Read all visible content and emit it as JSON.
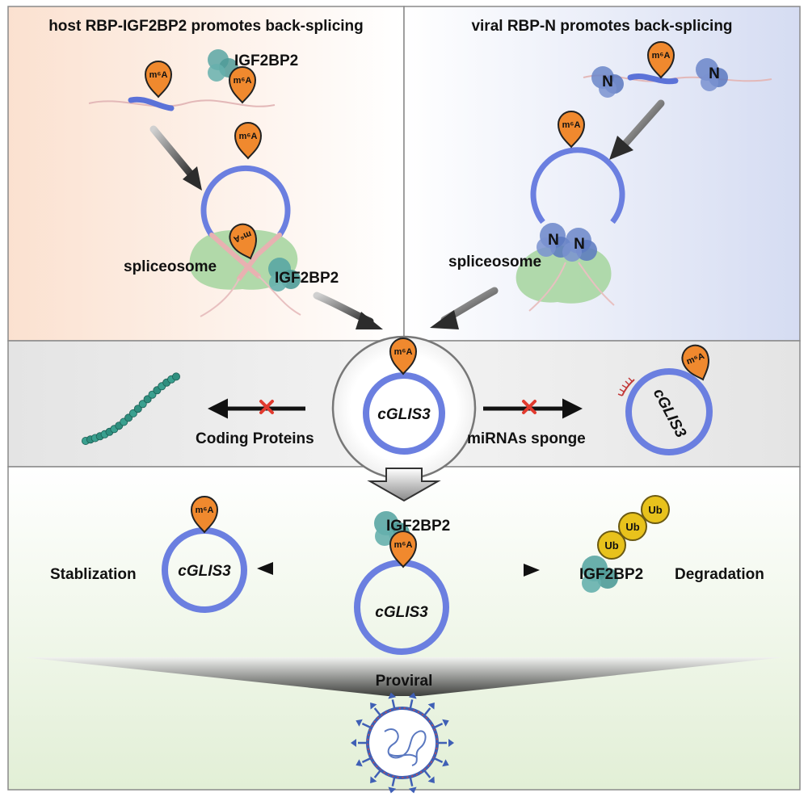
{
  "panels": {
    "host": {
      "title": "host RBP-IGF2BP2 promotes back-splicing"
    },
    "viral": {
      "title": "viral RBP-N promotes back-splicing"
    }
  },
  "labels": {
    "m6a": "m⁶A",
    "igf2bp2": "IGF2BP2",
    "spliceosome": "spliceosome",
    "n_protein": "N",
    "cglis3": "cGLIS3",
    "coding_proteins": "Coding Proteins",
    "mirna_sponge": "miRNAs sponge",
    "stabilization": "Stablization",
    "degradation": "Degradation",
    "ubiquitin": "Ub",
    "proviral": "Proviral"
  },
  "colors": {
    "ring_blue": "#6b7fe0",
    "m6a_orange": "#f0892e",
    "igf2bp2_teal": "#5aa6a3",
    "spliceosome_green": "#a9d6a2",
    "n_protein_blue": "#6b86c9",
    "ub_yellow": "#e8c21c",
    "block_red": "#e23a2e",
    "panel_host_bg": "#fbe2d2",
    "panel_viral_bg": "#d9dff3",
    "middle_bg": "#e3e3e3",
    "bottom_bg": "#e7f1dc"
  },
  "icons": [
    "m6a-pin-icon",
    "red-x-block-icon",
    "virus-icon",
    "peptide-chain-icon",
    "ubiquitin-icon"
  ]
}
